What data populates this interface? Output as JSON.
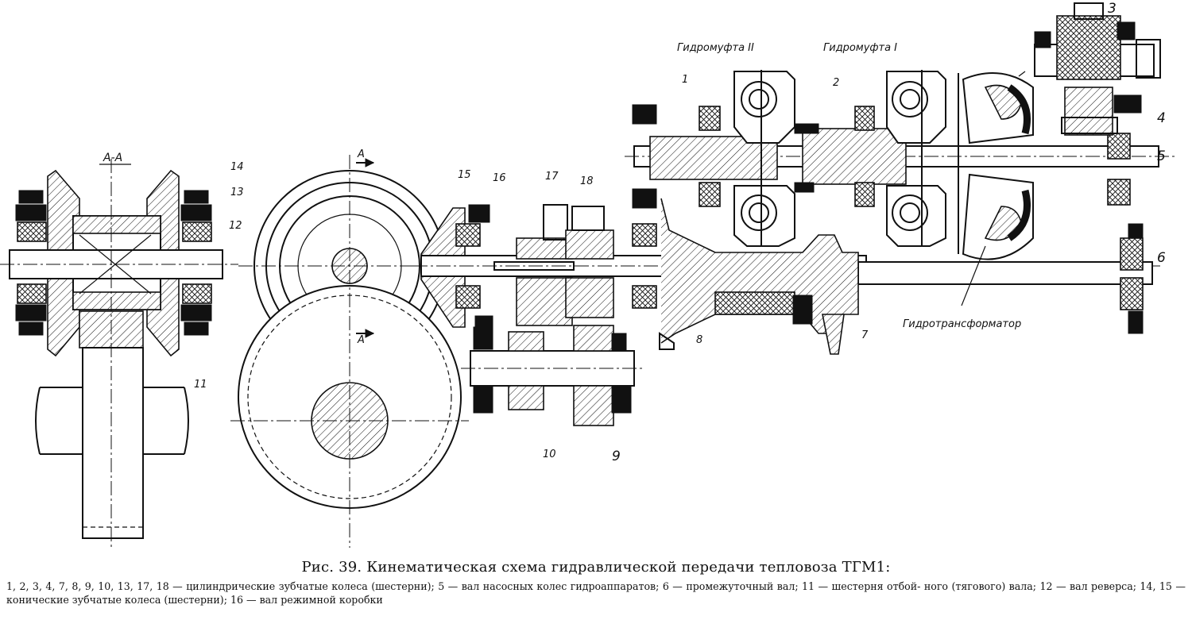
{
  "labels": {
    "section": "А-А",
    "cut_a_top": "А",
    "cut_a_bottom": "А",
    "hydrocoupling_2": "Гидромуфта II",
    "hydrocoupling_1": "Гидромуфта I",
    "hydrotransformer": "Гидротрансформатор",
    "n1": "1",
    "n2": "2",
    "n3": "3",
    "n4": "4",
    "n5": "5",
    "n6": "6",
    "n7": "7",
    "n8": "8",
    "n9": "9",
    "n10": "10",
    "n11": "11",
    "n12": "12",
    "n13": "13",
    "n14": "14",
    "n15": "15",
    "n16": "16",
    "n17": "17",
    "n18": "18"
  },
  "caption": "Рис. 39. Кинематическая схема гидравлической передачи тепловоза ТГМ1:",
  "legend": {
    "part1": "1, 2, 3, 4, 7, 8, 9, 10, 13, 17, 18 — цилиндрические зубчатые колеса (шестерни); 5 — вал насосных колес гидроаппаратов; 6 — промежуточный вал; 11 — шестерня отбой-",
    "part2": "ного (тягового) вала; 12 — вал реверса; 14, 15 — конические зубчатые колеса (шестерни); 16 — вал режимной коробки"
  }
}
